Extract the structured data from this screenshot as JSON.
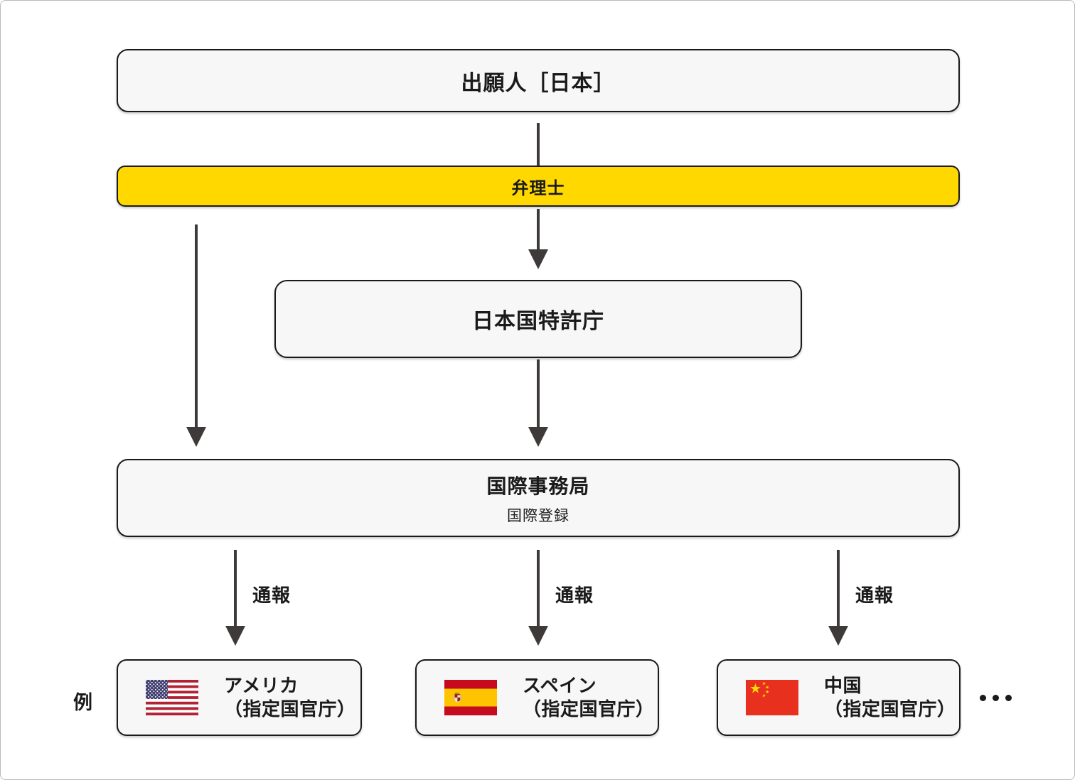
{
  "diagram": {
    "nodes": {
      "applicant": {
        "label": "出願人［日本］"
      },
      "attorney": {
        "label": "弁理士"
      },
      "jpo": {
        "label": "日本国特許庁"
      },
      "international_bureau": {
        "title": "国際事務局",
        "subtitle": "国際登録"
      }
    },
    "arrows": {
      "notify_label": "通報"
    },
    "example_label": "例",
    "designated_offices": [
      {
        "country": "アメリカ",
        "office": "（指定国官庁）",
        "flag_icon": "usa-flag"
      },
      {
        "country": "スペイン",
        "office": "（指定国官庁）",
        "flag_icon": "spain-flag"
      },
      {
        "country": "中国",
        "office": "（指定国官庁）",
        "flag_icon": "china-flag"
      }
    ],
    "ellipsis_icon": "three-dots",
    "colors": {
      "box_fill": "#F7F7F7",
      "box_border": "#1A1A1A",
      "highlight_yellow": "#FFD800",
      "arrow": "#3D3A39",
      "text": "#1A1A1A",
      "canvas_border": "#B9B9B9"
    }
  }
}
